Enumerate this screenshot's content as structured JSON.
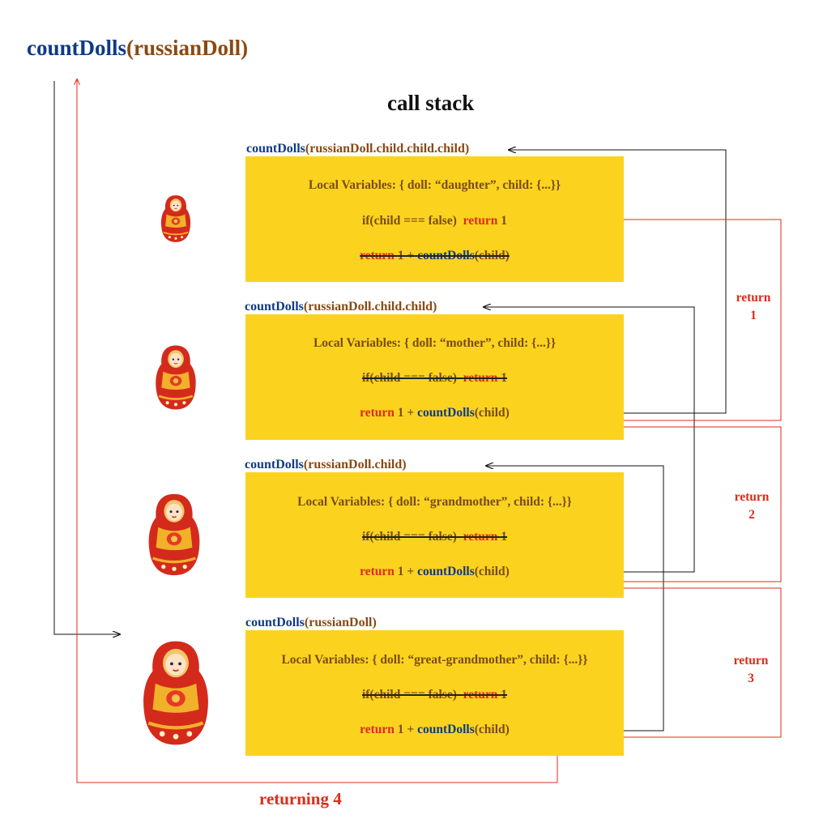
{
  "main_call": {
    "fn": "countDolls",
    "open": "(",
    "arg": "russianDoll",
    "close": ")"
  },
  "stack_title": "call stack",
  "frames": [
    {
      "label_fn": "countDolls",
      "label_arg": "(russianDoll.child.child.child)",
      "locals": "Local Variables: { doll: “daughter”, child: {...}}",
      "if_code": "if(child === false)",
      "if_return": "return",
      "if_value": "1",
      "rec_return": "return",
      "rec_plus": "1 +",
      "rec_fn": "countDolls",
      "rec_arg": "(child)"
    },
    {
      "label_fn": "countDolls",
      "label_arg": "(russianDoll.child.child)",
      "locals": "Local Variables: { doll: “mother”, child: {...}}",
      "if_code": "if(child === false)",
      "if_return": "return",
      "if_value": "1",
      "rec_return": "return",
      "rec_plus": "1 +",
      "rec_fn": "countDolls",
      "rec_arg": "(child)"
    },
    {
      "label_fn": "countDolls",
      "label_arg": "(russianDoll.child)",
      "locals": "Local Variables: { doll: “grandmother”, child: {...}}",
      "if_code": "if(child === false)",
      "if_return": "return",
      "if_value": "1",
      "rec_return": "return",
      "rec_plus": "1 +",
      "rec_fn": "countDolls",
      "rec_arg": "(child)"
    },
    {
      "label_fn": "countDolls",
      "label_arg": "(russianDoll)",
      "locals": "Local Variables: { doll: “great-grandmother”, child: {...}}",
      "if_code": "if(child === false)",
      "if_return": "return",
      "if_value": "1",
      "rec_return": "return",
      "rec_plus": "1 +",
      "rec_fn": "countDolls",
      "rec_arg": "(child)"
    }
  ],
  "returns": [
    {
      "word": "return",
      "value": "1"
    },
    {
      "word": "return",
      "value": "2"
    },
    {
      "word": "return",
      "value": "3"
    }
  ],
  "returning": "returning 4",
  "colors": {
    "box": "#fbd31f",
    "blue": "#0f3a86",
    "brown": "#8a4a12",
    "red": "#e02a1a"
  }
}
